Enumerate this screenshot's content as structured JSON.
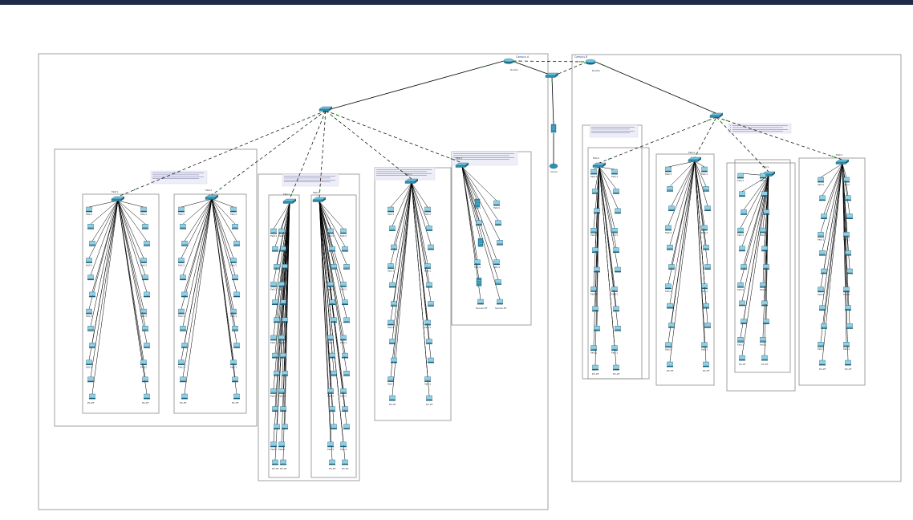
{
  "colors": {
    "title_bar": "#1e2a4a",
    "border": "#8a8a8a",
    "device": "#2e8fb0",
    "device_dark": "#1c5e76",
    "info_bg": "#eeeef8",
    "link": "#000000",
    "port_green": "#33b033"
  },
  "icons": {
    "pc": "pc-icon",
    "switch": "switch-icon",
    "router": "router-icon",
    "server": "server-icon",
    "cloud": "cloud-icon"
  },
  "zones": [
    {
      "label": "Campus A"
    },
    {
      "label": "Campus B"
    }
  ],
  "labels": {
    "port": "Fa0/1",
    "pc": "PC-PT",
    "router": "Router",
    "switch": "Switch",
    "server": "Server-PT",
    "cloud": "Cloud"
  }
}
